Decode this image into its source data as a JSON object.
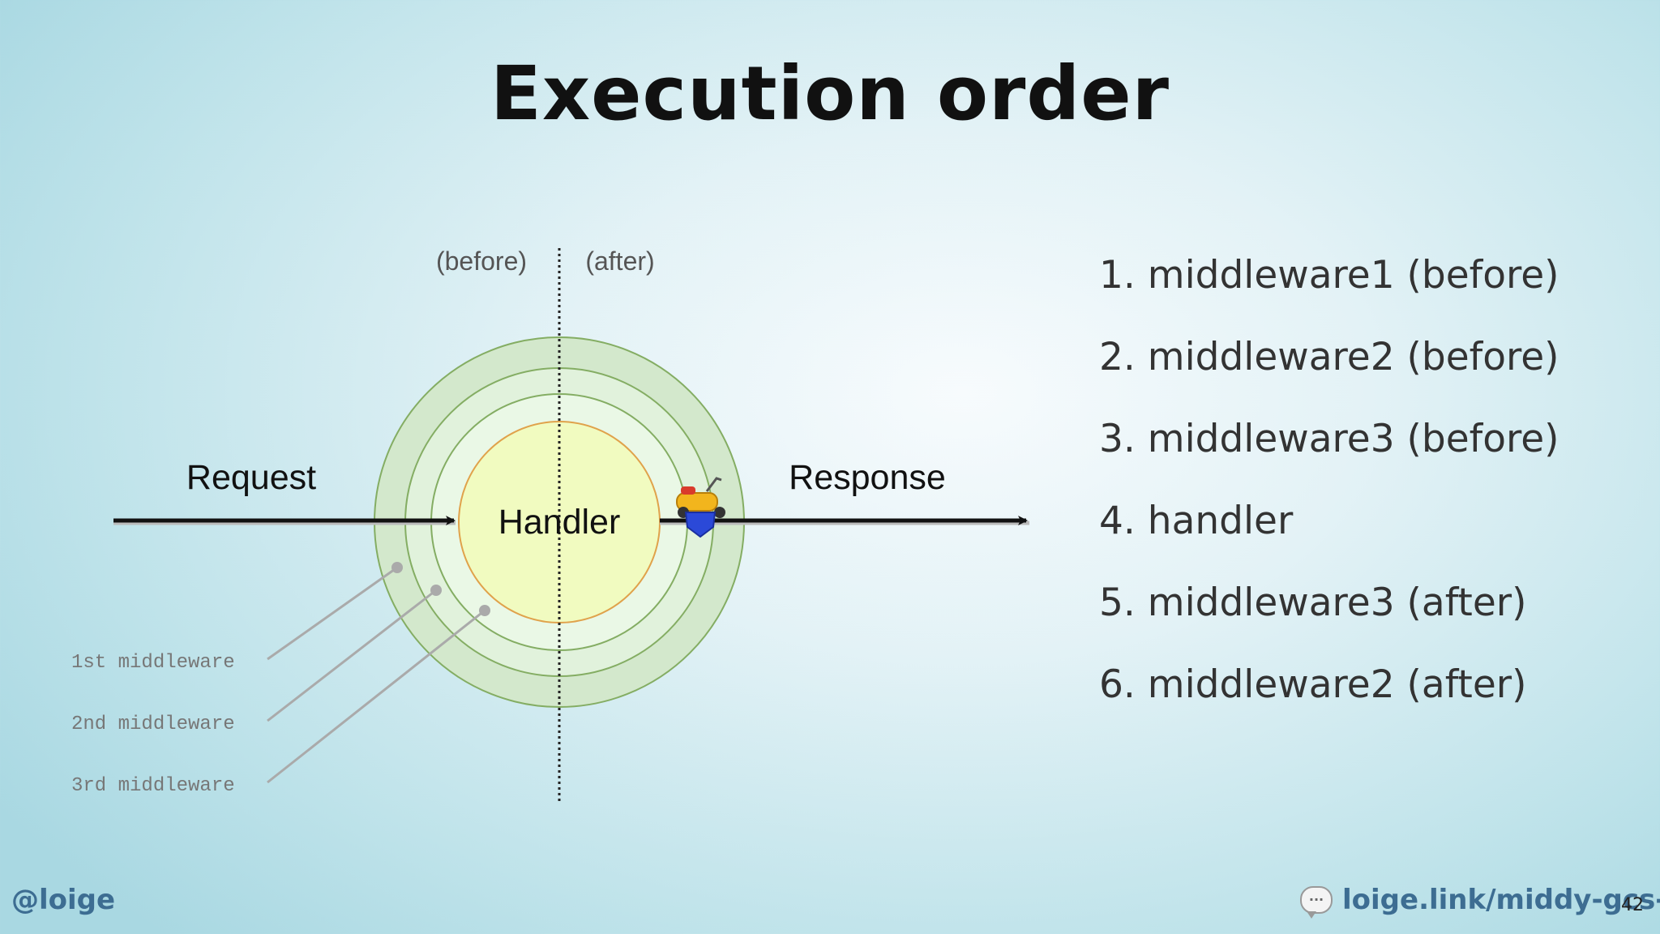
{
  "title": "Execution order",
  "diagram": {
    "before_label": "(before)",
    "after_label": "(after)",
    "request_label": "Request",
    "response_label": "Response",
    "handler_label": "Handler",
    "middleware_labels": [
      "1st middleware",
      "2nd middleware",
      "3rd middleware"
    ],
    "icons": [
      "scooter-icon",
      "shield-badge-icon"
    ]
  },
  "order_list": [
    "1. middleware1 (before)",
    "2. middleware2 (before)",
    "3. middleware3 (before)",
    "4. handler",
    "5. middleware3 (after)",
    "6. middleware2 (after)"
  ],
  "footer": {
    "handle": "@loige",
    "link": "loige.link/middy-gcs-qa",
    "page_number": "42"
  },
  "colors": {
    "ring_fill": "#cfe6c8",
    "ring_stroke": "#7fab5f",
    "handler_fill": "#f1fbc0",
    "handler_stroke": "#e2a54a",
    "footer_text": "#3d6d92"
  }
}
